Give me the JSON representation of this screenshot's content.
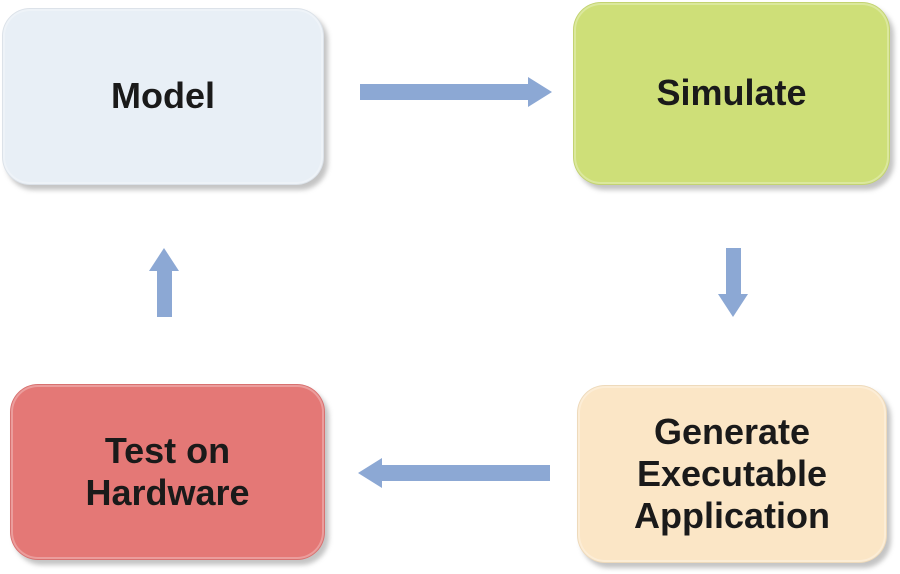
{
  "diagram": {
    "background_color": "#ffffff",
    "arrow_color": "#8ca8d4",
    "text_color": "#1a1a1a",
    "nodes": [
      {
        "id": "model",
        "label": "Model",
        "fill": "#e8eff6"
      },
      {
        "id": "simulate",
        "label": "Simulate",
        "fill": "#cedf78"
      },
      {
        "id": "generate-executable-application",
        "label": "Generate\nExecutable\nApplication",
        "fill": "#fbe6c6"
      },
      {
        "id": "test-on-hardware",
        "label": "Test on\nHardware",
        "fill": "#e47876"
      }
    ],
    "arrows": [
      {
        "from": "model",
        "to": "simulate",
        "direction": "right"
      },
      {
        "from": "simulate",
        "to": "generate-executable-application",
        "direction": "down"
      },
      {
        "from": "generate-executable-application",
        "to": "test-on-hardware",
        "direction": "left"
      },
      {
        "from": "test-on-hardware",
        "to": "model",
        "direction": "up"
      }
    ]
  }
}
